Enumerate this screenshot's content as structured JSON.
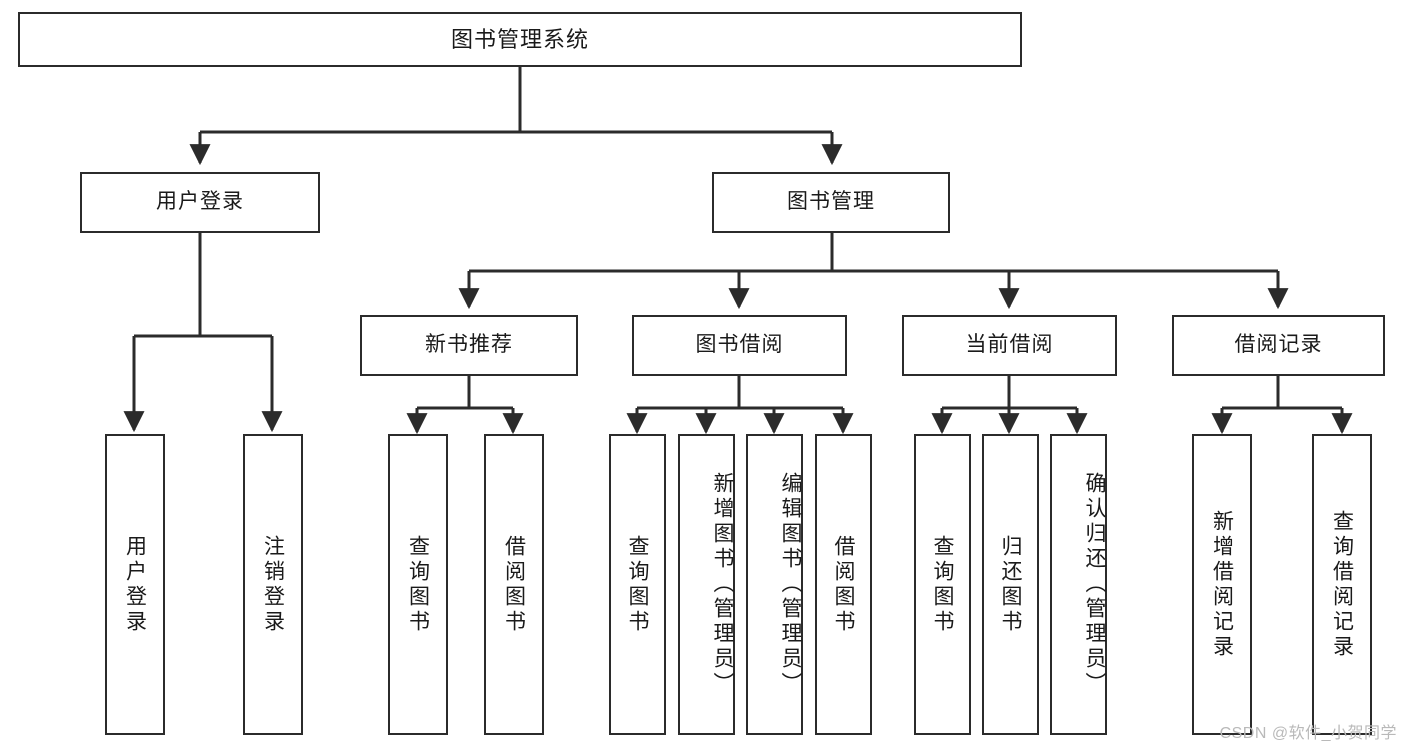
{
  "diagram": {
    "title": "图书管理系统",
    "type": "hierarchy-tree",
    "root": {
      "label": "图书管理系统"
    },
    "level2": [
      {
        "label": "用户登录"
      },
      {
        "label": "图书管理"
      }
    ],
    "level3": [
      {
        "label": "新书推荐",
        "parent": "图书管理"
      },
      {
        "label": "图书借阅",
        "parent": "图书管理"
      },
      {
        "label": "当前借阅",
        "parent": "图书管理"
      },
      {
        "label": "借阅记录",
        "parent": "图书管理"
      }
    ],
    "leaves": [
      {
        "label": "用户登录",
        "parent": "用户登录"
      },
      {
        "label": "注销登录",
        "parent": "用户登录"
      },
      {
        "label": "查询图书",
        "parent": "新书推荐"
      },
      {
        "label": "借阅图书",
        "parent": "新书推荐"
      },
      {
        "label": "查询图书",
        "parent": "图书借阅"
      },
      {
        "label": "新增图书（管理员）",
        "parent": "图书借阅"
      },
      {
        "label": "编辑图书（管理员）",
        "parent": "图书借阅"
      },
      {
        "label": "借阅图书",
        "parent": "图书借阅"
      },
      {
        "label": "查询图书",
        "parent": "当前借阅"
      },
      {
        "label": "归还图书",
        "parent": "当前借阅"
      },
      {
        "label": "确认归还（管理员）",
        "parent": "当前借阅"
      },
      {
        "label": "新增借阅记录",
        "parent": "借阅记录"
      },
      {
        "label": "查询借阅记录",
        "parent": "借阅记录"
      }
    ],
    "colors": {
      "border": "#2b2b2b",
      "background": "#ffffff",
      "text": "#1a1a1a",
      "edge": "#2b2b2b",
      "watermark": "#b9b9b9"
    }
  },
  "watermark": {
    "text": "CSDN @软件_小贺同学"
  }
}
